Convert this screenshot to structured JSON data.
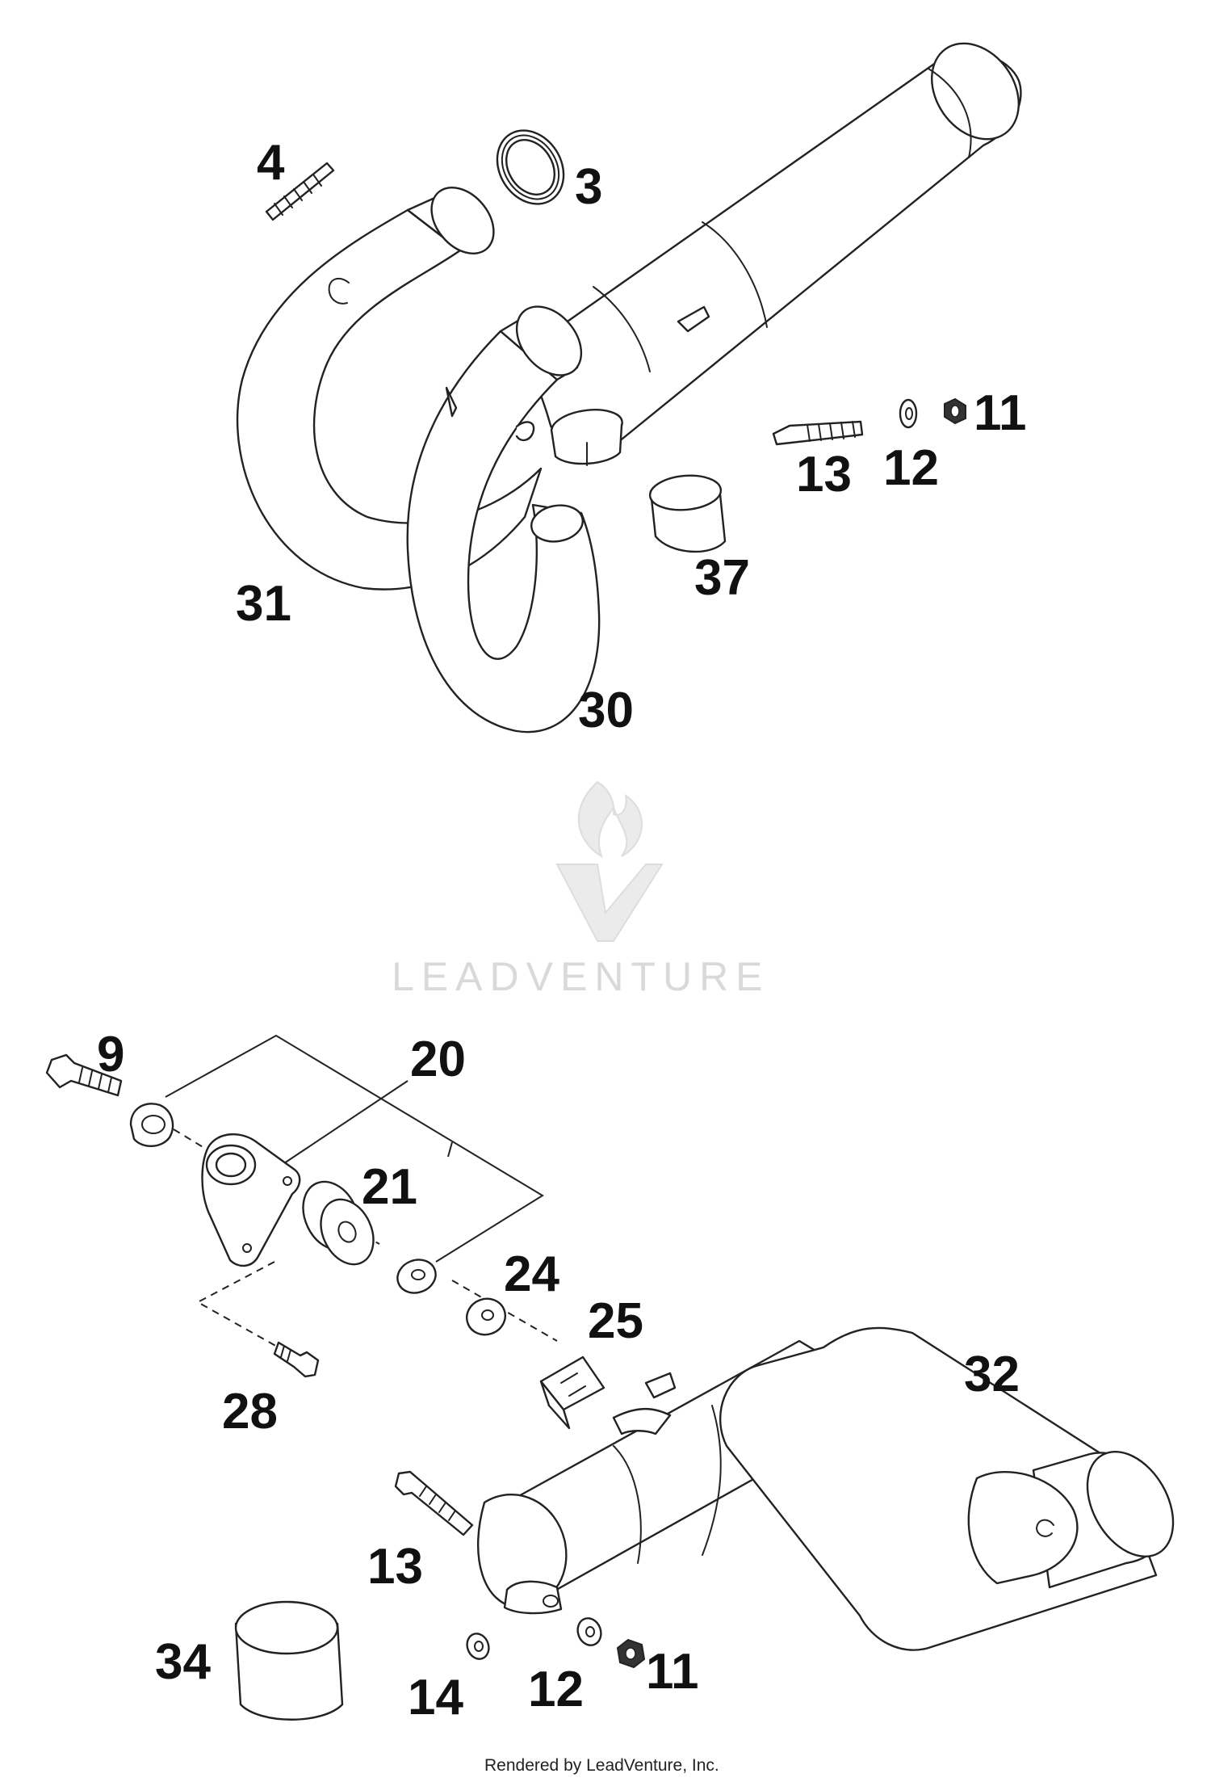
{
  "watermark": {
    "brand": "LEADVENTURE"
  },
  "footer": {
    "credit": "Rendered by LeadVenture, Inc."
  },
  "callouts": {
    "c4": "4",
    "c3": "3",
    "c11a": "11",
    "c13a": "13",
    "c12a": "12",
    "c37": "37",
    "c31": "31",
    "c30": "30",
    "c9": "9",
    "c20": "20",
    "c21": "21",
    "c24": "24",
    "c25": "25",
    "c32": "32",
    "c28": "28",
    "c13b": "13",
    "c34": "34",
    "c14": "14",
    "c12b": "12",
    "c11b": "11"
  }
}
